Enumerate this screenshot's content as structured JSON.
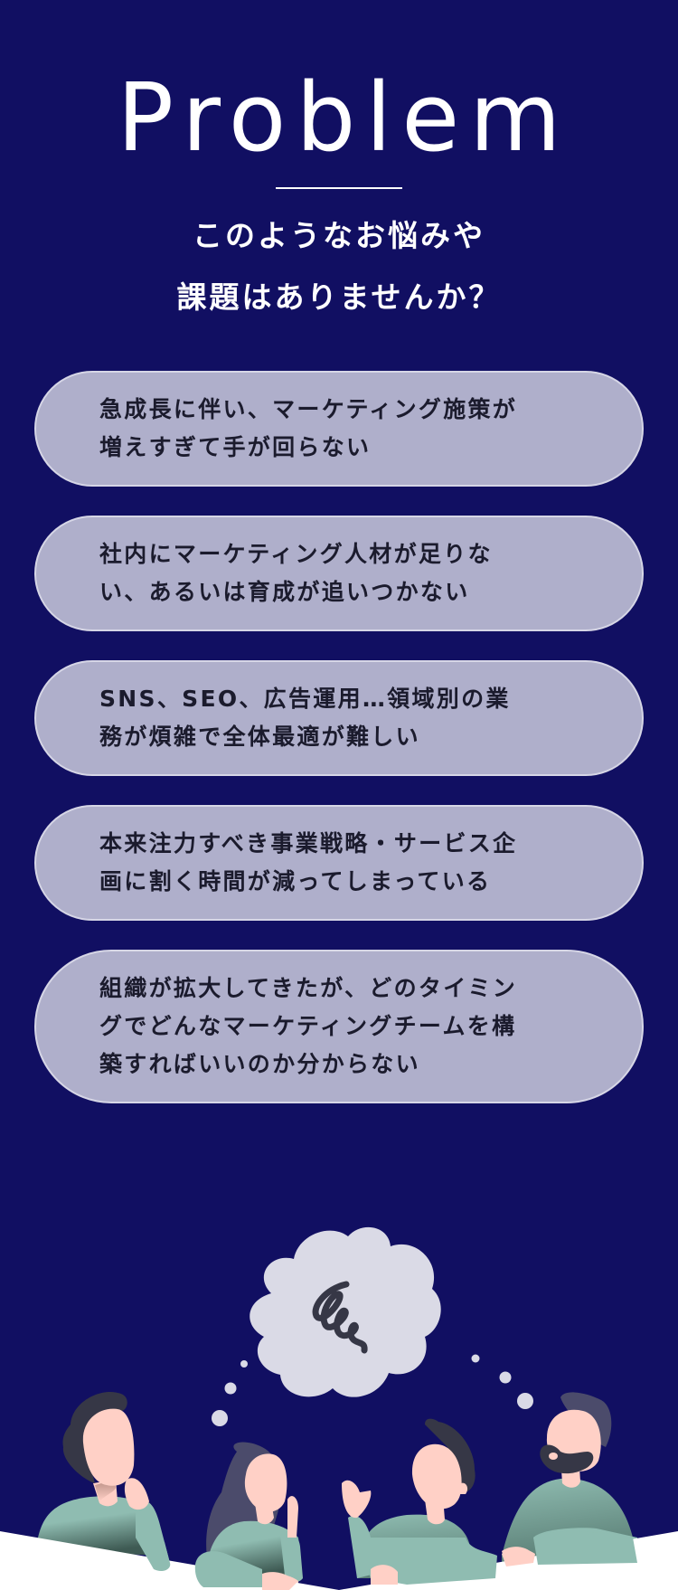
{
  "header": {
    "title": "Problem",
    "subtitle_lines": [
      "このようなお悩みや",
      "課題はありませんか？"
    ]
  },
  "problems": [
    {
      "lines": [
        "急成長に伴い、マーケティング施策が",
        "増えすぎて手が回らない"
      ]
    },
    {
      "lines": [
        "社内にマーケティング人材が足りな",
        "い、あるいは育成が追いつかない"
      ]
    },
    {
      "lines": [
        "SNS、SEO、広告運用…領域別の業",
        "務が煩雑で全体最適が難しい"
      ]
    },
    {
      "lines": [
        "本来注力すべき事業戦略・サービス企",
        "画に割く時間が減ってしまっている"
      ]
    },
    {
      "lines": [
        "組織が拡大してきたが、どのタイミン",
        "グでどんなマーケティングチームを構",
        "築すればいいのか分からない"
      ]
    }
  ],
  "illustration": {
    "description": "four-people-thinking-with-thought-cloud",
    "icons": [
      "thought-cloud-icon",
      "scribble-icon",
      "person-icon"
    ]
  },
  "colors": {
    "background": "#110f62",
    "card_fill": "#afafcb",
    "card_border": "#d6d6e6",
    "card_text": "#1b1b2d",
    "heading_text": "#ffffff",
    "cloud": "#dadae6",
    "skin": "#ffd0c6",
    "shirt": "#8fbcb1",
    "hair_dark": "#363746",
    "hair_purple": "#4b4b6b"
  }
}
